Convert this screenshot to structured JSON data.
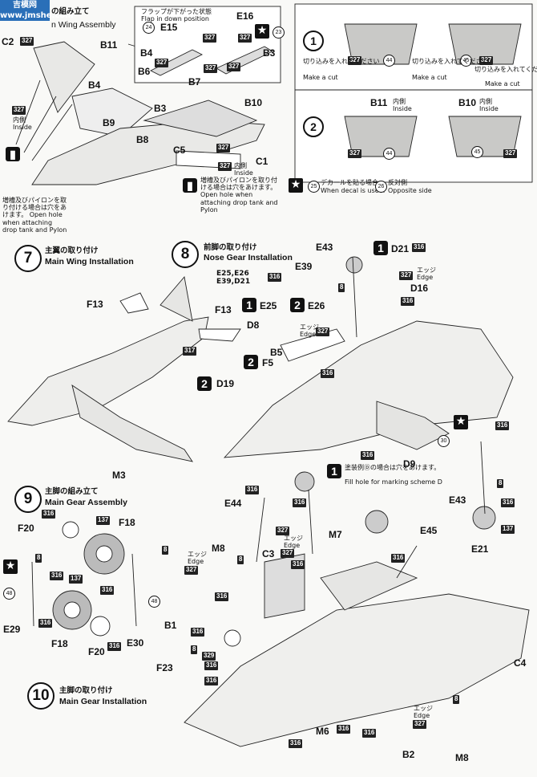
{
  "watermark": "吉模网 www.jmshe.com",
  "step6": {
    "jp": "の組み立て",
    "en": "n Wing Assembly"
  },
  "step7": {
    "num": "7",
    "jp": "主翼の取り付け",
    "en": "Main Wing Installation"
  },
  "step8": {
    "num": "8",
    "jp": "前脚の取り付け",
    "en": "Nose Gear Installation"
  },
  "step9": {
    "num": "9",
    "jp": "主脚の組み立て",
    "en": "Main Gear Assembly"
  },
  "step10": {
    "num": "10",
    "jp": "主脚の取り付け",
    "en": "Main Gear Installation"
  },
  "flap": {
    "jp": "フラップが下がった状態",
    "en": "Flap in down position"
  },
  "drop_note": {
    "jp": "増槽及びパイロンを取り付ける場合は穴をあけます。",
    "en": "Open hole when attaching drop tank and Pylon"
  },
  "drop_note_left": {
    "jp": "増槽及びパイロンを取り付ける場合は穴をあけます。",
    "en": "Open hole when attaching drop tank and Pylon"
  },
  "decal_note": {
    "jp": "デカールを貼る場合",
    "en": "When decal is used."
  },
  "opposite": {
    "jp": "反対側",
    "en": "Opposite side"
  },
  "cut": {
    "jp": "切り込みを入れてください",
    "en": "Make a cut"
  },
  "inside": {
    "jp": "内側",
    "en": "Inside"
  },
  "edge": {
    "jp": "エッジ",
    "en": "Edge"
  },
  "scheme_note": {
    "jp": "塗装例Ⓓの場合は穴をあけます。",
    "en": "Fill hole for marking scheme D"
  },
  "panel_steps": [
    "1",
    "2"
  ],
  "panel_labels": {
    "b11": "B11",
    "b10": "B10"
  },
  "parts": {
    "C2": "C2",
    "B11": "B11",
    "B4": "B4",
    "B9": "B9",
    "B3": "B3",
    "B8": "B8",
    "B10": "B10",
    "C5": "C5",
    "C1": "C1",
    "E15": "E15",
    "E16": "E16",
    "B4b": "B4",
    "B6": "B6",
    "B7": "B7",
    "B3b": "B3",
    "F13a": "F13",
    "F13b": "F13",
    "M3": "M3",
    "E43": "E43",
    "D21": "D21",
    "E39": "E39",
    "D16": "D16",
    "E25list": "E25,E26",
    "E39list": "E39,D21",
    "E25": "E25",
    "E26": "E26",
    "D8": "D8",
    "B5": "B5",
    "F5": "F5",
    "D19": "D19",
    "D9": "D9",
    "E43b": "E43",
    "F20": "F20",
    "F18": "F18",
    "E29": "E29",
    "F18b": "F18",
    "F20b": "F20",
    "E30": "E30",
    "B1": "B1",
    "E44": "E44",
    "M8": "M8",
    "C3": "C3",
    "M7": "M7",
    "E45": "E45",
    "E21": "E21",
    "F23": "F23",
    "C4": "C4",
    "M6": "M6",
    "B2": "B2",
    "M8b": "M8"
  },
  "colors": {
    "c327": "327",
    "c316": "316",
    "c317": "317",
    "c8": "8",
    "c137": "137",
    "c329": "329"
  },
  "decals": {
    "d23": "23",
    "d24": "24",
    "d25": "25",
    "d26": "26",
    "d30": "30",
    "d44": "44",
    "d45": "45",
    "d48": "48"
  }
}
